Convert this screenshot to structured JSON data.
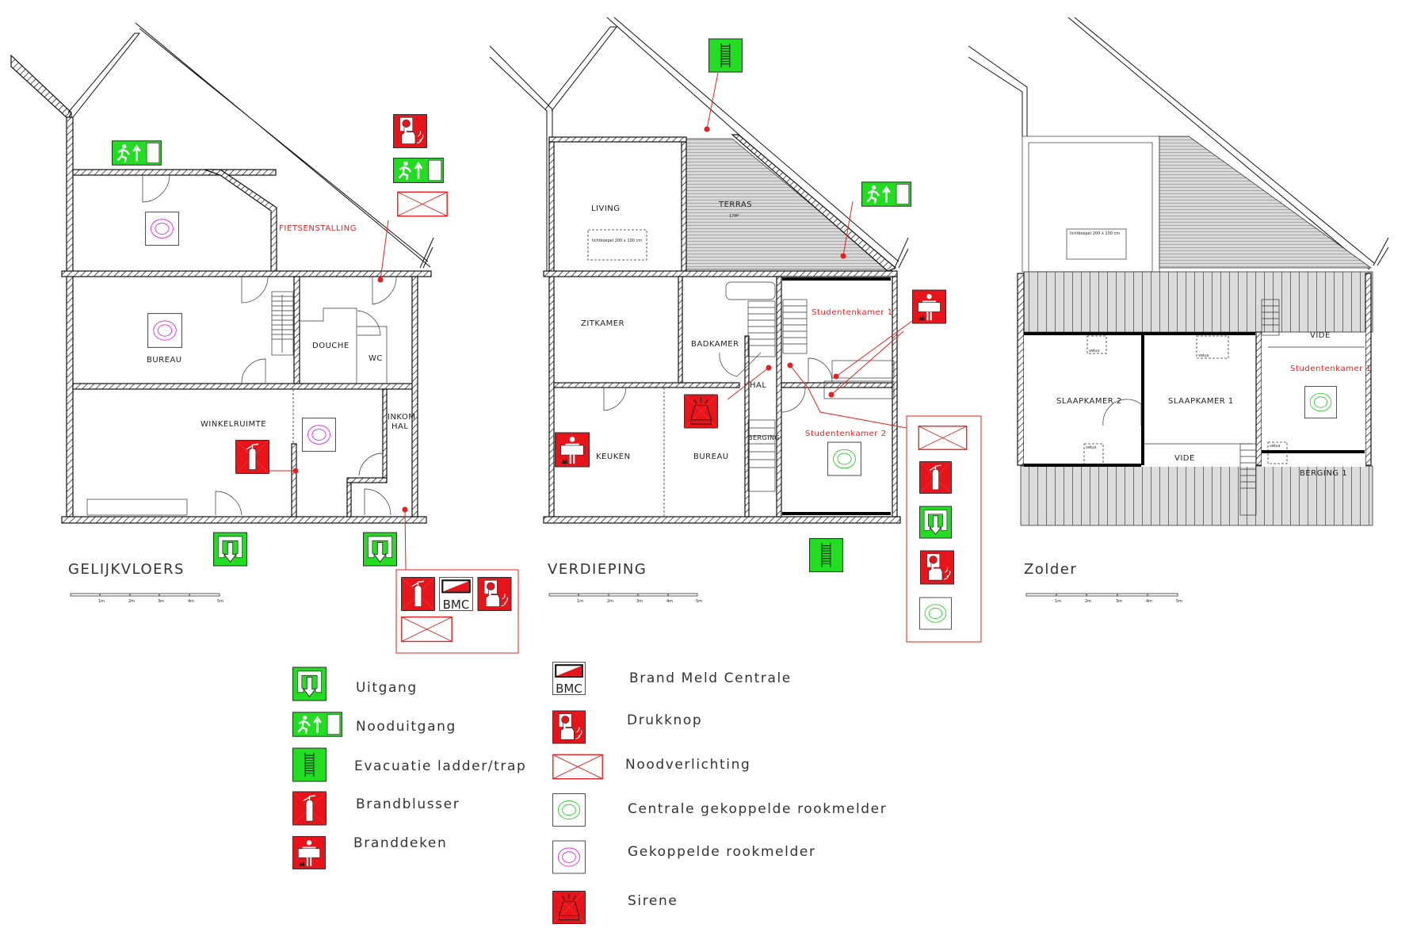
{
  "colors": {
    "green_sign": "#22dd22",
    "red_sign": "#e8141a",
    "annotation_red": "#e52020",
    "central_detector": "#22cc22",
    "linked_detector": "#dd22dd"
  },
  "scale_ticks": [
    "1m",
    "2m",
    "3m",
    "4m",
    "5m"
  ],
  "bmc_text": "BMC",
  "floors": {
    "ground": {
      "title": "GELIJKVLOERS",
      "rooms": {
        "fietsenstalling": "FIETSENSTALLING",
        "bureau": "BUREAU",
        "douche": "DOUCHE",
        "wc": "WC",
        "winkelruimte": "WINKELRUIMTE",
        "inkom": "INKOM",
        "hal": "HAL"
      }
    },
    "first": {
      "title": "VERDIEPING",
      "rooms": {
        "living": "LIVING",
        "terras": "TERRAS",
        "terras_area": "17M²",
        "zitkamer": "ZITKAMER",
        "badkamer": "BADKAMER",
        "hal": "HAL",
        "keuken": "KEUKEN",
        "bureau": "BUREAU",
        "berging": "BERGING",
        "studentenkamer1": "Studentenkamer 1",
        "studentenkamer2": "Studentenkamer 2"
      },
      "skylight": "lichtkoepel 200 x 100 cm"
    },
    "attic": {
      "title": "Zolder",
      "rooms": {
        "slaapkamer2": "SLAAPKAMER 2",
        "slaapkamer1": "SLAAPKAMER 1",
        "vide_top": "VIDE",
        "studentenkamer1": "Studentenkamer 1",
        "vide_bottom": "VIDE",
        "berging1": "BERGING 1"
      },
      "skylight": "lichtkoepel 200 x 100 cm",
      "velux": "velux"
    }
  },
  "legend": {
    "items": [
      {
        "icon": "uitgang",
        "label": "Uitgang"
      },
      {
        "icon": "nooduitgang",
        "label": "Nooduitgang"
      },
      {
        "icon": "evacuatie-ladder",
        "label": "Evacuatie ladder/trap"
      },
      {
        "icon": "brandblusser",
        "label": "Brandblusser"
      },
      {
        "icon": "branddeken",
        "label": "Branddeken"
      },
      {
        "icon": "bmc",
        "label": "Brand Meld Centrale"
      },
      {
        "icon": "drukknop",
        "label": "Drukknop"
      },
      {
        "icon": "noodverlichting",
        "label": "Noodverlichting"
      },
      {
        "icon": "rookmelder-centraal",
        "label": "Centrale gekoppelde rookmelder"
      },
      {
        "icon": "rookmelder-gekoppeld",
        "label": "Gekoppelde rookmelder"
      },
      {
        "icon": "sirene",
        "label": "Sirene"
      }
    ]
  }
}
